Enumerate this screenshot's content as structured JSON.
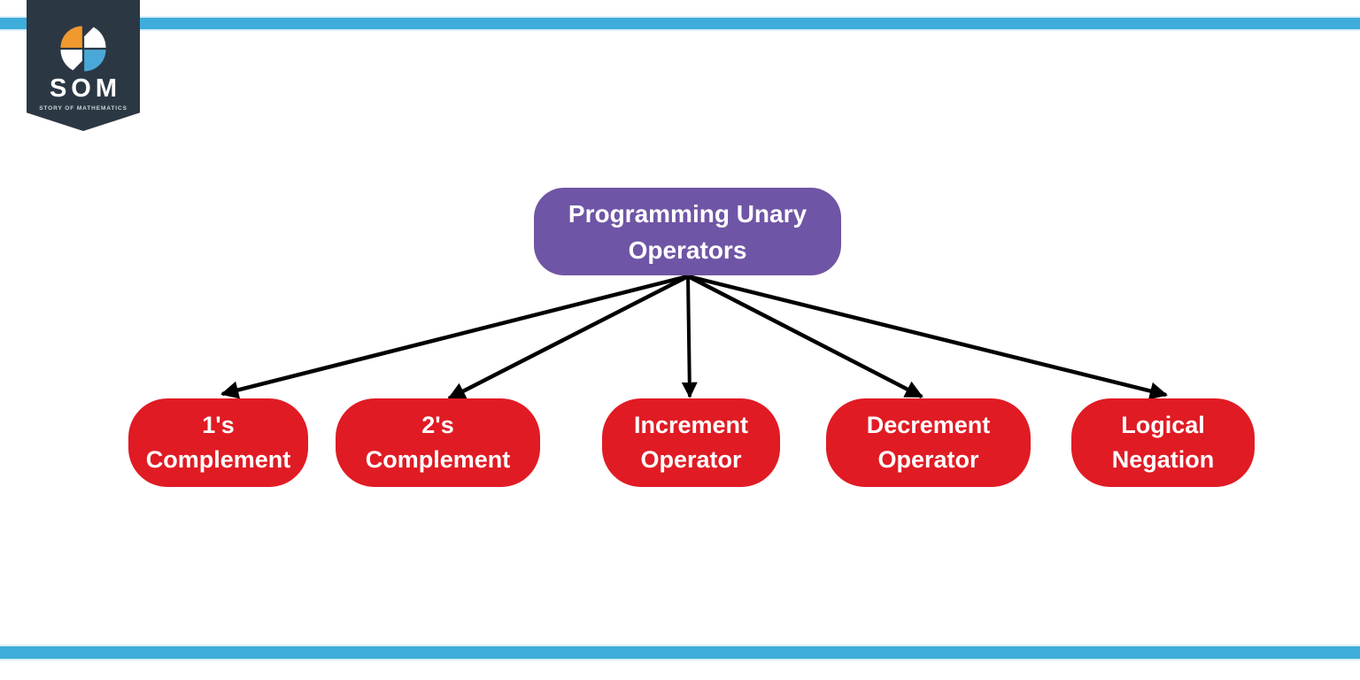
{
  "page": {
    "background": "#ffffff"
  },
  "bars": {
    "color": "#3fadd9"
  },
  "logo": {
    "text": "SOM",
    "tagline": "STORY OF MATHEMATICS",
    "banner_color": "#2b3844",
    "icon_colors": {
      "orange": "#f0992e",
      "blue": "#4aa8d8",
      "white": "#ffffff"
    }
  },
  "diagram": {
    "root": {
      "line1": "Programming Unary",
      "line2": "Operators",
      "color": "#6f55a5",
      "text_color": "#ffffff"
    },
    "children": [
      {
        "line1": "1's",
        "line2": "Complement"
      },
      {
        "line1": "2's",
        "line2": "Complement"
      },
      {
        "line1": "Increment",
        "line2": "Operator"
      },
      {
        "line1": "Decrement",
        "line2": "Operator"
      },
      {
        "line1": "Logical",
        "line2": "Negation"
      }
    ],
    "child_color": "#e01b24",
    "arrow_color": "#000000"
  }
}
